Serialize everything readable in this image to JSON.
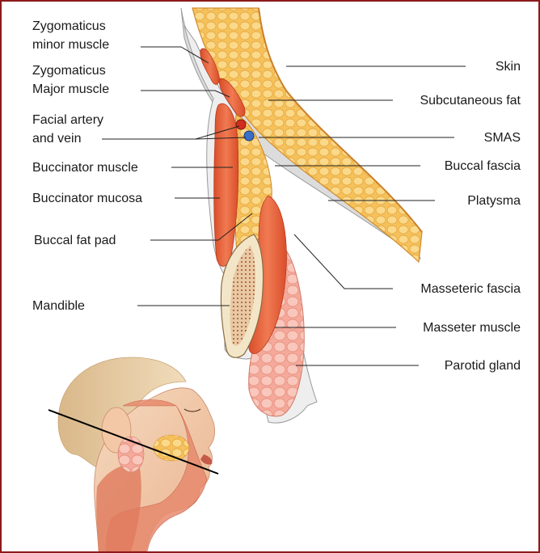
{
  "labels": {
    "zygomaticus_minor_line1": "Zygomaticus",
    "zygomaticus_minor_line2": "minor muscle",
    "zygomaticus_major_line1": "Zygomaticus",
    "zygomaticus_major_line2": "Major muscle",
    "facial_artery_line1": "Facial artery",
    "facial_artery_line2": "and vein",
    "buccinator_muscle": "Buccinator muscle",
    "buccinator_mucosa": "Buccinator mucosa",
    "buccal_fat_pad": "Buccal fat pad",
    "mandible": "Mandible",
    "skin": "Skin",
    "subcutaneous_fat": "Subcutaneous fat",
    "smas": "SMAS",
    "buccal_fascia": "Buccal fascia",
    "platysma": "Platysma",
    "masseteric_fascia": "Masseteric fascia",
    "masseter_muscle": "Masseter muscle",
    "parotid_gland": "Parotid gland"
  },
  "colors": {
    "frame": "#8b1a1a",
    "fat": "#f5c15a",
    "fat_light": "#fbd98a",
    "fat_edge": "#e4a23a",
    "muscle": "#e8643c",
    "muscle_light": "#f39a74",
    "gland": "#f4a99a",
    "gland_light": "#f9c7bc",
    "bone": "#f3e6c8",
    "bone_dots": "#a0522d",
    "fascia": "#c9c9c9",
    "artery": "#d22e1e",
    "vein": "#3a6fc8",
    "skin_face": "#f2c9a8"
  }
}
